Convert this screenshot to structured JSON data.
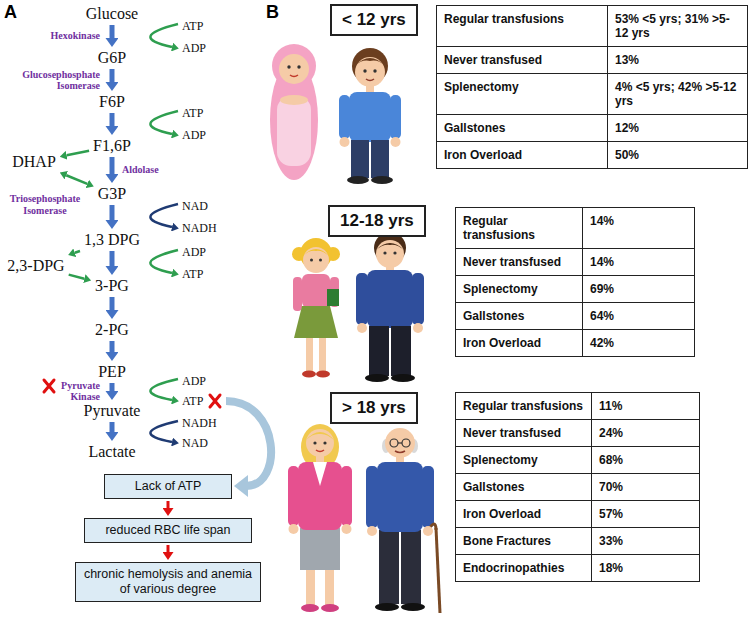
{
  "diagram": {
    "nodes": [
      {
        "text": [
          "Glucose"
        ]
      },
      {
        "text": [
          "G6P"
        ]
      },
      {
        "text": [
          "F6P"
        ]
      },
      {
        "text": [
          "F1,6P"
        ]
      },
      {
        "text": [
          "DHAP"
        ]
      },
      {
        "text": [
          "G3P"
        ]
      },
      {
        "text": [
          "1,3 DPG"
        ]
      },
      {
        "text": [
          "2,3-DPG"
        ]
      },
      {
        "text": [
          "3-PG"
        ]
      },
      {
        "text": [
          "2-PG"
        ]
      },
      {
        "text": [
          "PEP"
        ]
      },
      {
        "text": [
          "Pyruvate"
        ]
      },
      {
        "text": [
          "Lactate"
        ]
      },
      {
        "text": [
          "Lack of ATP"
        ]
      },
      {
        "text": [
          "reduced RBC life span"
        ]
      },
      {
        "text": [
          "chronic hemolysis and anemia of various degree"
        ]
      },
      {
        "text": [
          "< 12 yrs"
        ]
      },
      {
        "text": [
          "12-18 yrs"
        ]
      },
      {
        "text": [
          "> 18 yrs"
        ]
      }
    ],
    "edges": [
      {
        "from": 0,
        "to": 1,
        "arrow": "to"
      },
      {
        "from": 1,
        "to": 2,
        "arrow": "to"
      },
      {
        "from": 2,
        "to": 3,
        "arrow": "to"
      },
      {
        "from": 3,
        "to": 4,
        "arrow": "to"
      },
      {
        "from": 3,
        "to": 5,
        "arrow": "to"
      },
      {
        "from": 4,
        "to": 5,
        "arrow": "both"
      },
      {
        "from": 5,
        "to": 6,
        "arrow": "to"
      },
      {
        "from": 6,
        "to": 7,
        "arrow": "to"
      },
      {
        "from": 6,
        "to": 8,
        "arrow": "to"
      },
      {
        "from": 7,
        "to": 8,
        "arrow": "to"
      },
      {
        "from": 8,
        "to": 9,
        "arrow": "to"
      },
      {
        "from": 9,
        "to": 10,
        "arrow": "to"
      },
      {
        "from": 10,
        "to": 11,
        "arrow": "to"
      },
      {
        "from": 11,
        "to": 12,
        "arrow": "to"
      },
      {
        "from": 13,
        "to": 14,
        "arrow": "to"
      },
      {
        "from": 14,
        "to": 15,
        "arrow": "to"
      }
    ],
    "labels": [
      "A",
      "Hexokinase",
      "ATP",
      "ADP",
      "Glucosephosphate Isomerase",
      "ATP",
      "ADP",
      "Aldolase",
      "Triosephosphate Isomerase",
      "NAD",
      "NADH",
      "ADP",
      "ATP",
      "Pyruvate Kinase",
      "ADP",
      "ATP",
      "NADH",
      "NAD",
      "B",
      "Regular transfusions",
      "53% <5 yrs; 31% >5-12 yrs",
      "Never transfused",
      "13%",
      "Splenectomy",
      "4% <5 yrs; 42% >5-12 yrs",
      "Gallstones",
      "12%",
      "Iron Overload",
      "50%",
      "Regular transfusions",
      "14%",
      "Never transfused",
      "14%",
      "Splenectomy",
      "69%",
      "Gallstones",
      "64%",
      "Iron Overload",
      "42%",
      "Regular transfusions",
      "11%",
      "Never transfused",
      "24%",
      "Splenectomy",
      "68%",
      "Gallstones",
      "70%",
      "Iron Overload",
      "57%",
      "Bone Fractures",
      "33%",
      "Endocrinopathies",
      "18%"
    ]
  }
}
